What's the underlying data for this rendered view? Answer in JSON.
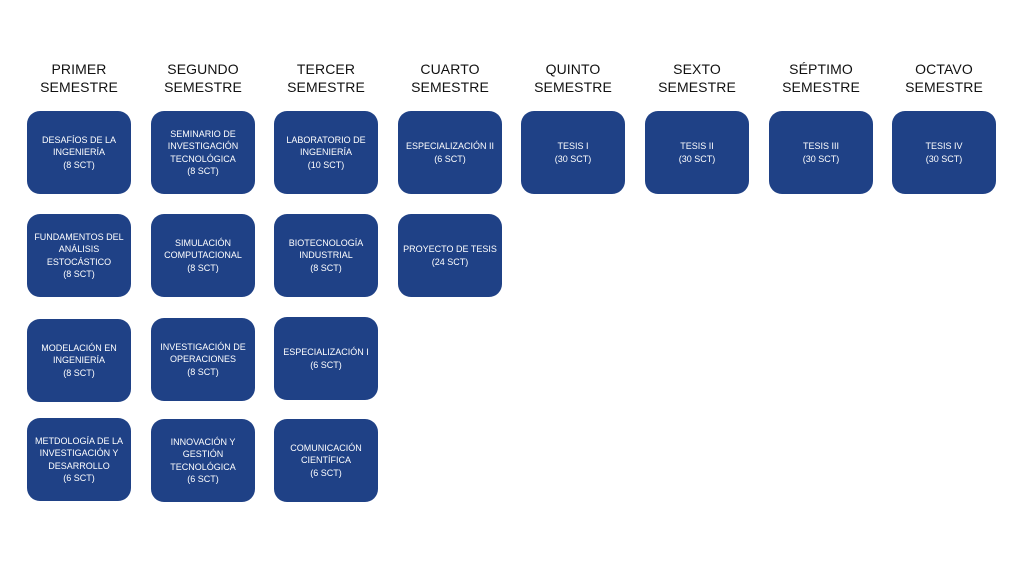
{
  "colors": {
    "box": "#1f4186",
    "text_on_box": "#ffffff",
    "header_text": "#111111"
  },
  "semesters": [
    {
      "title": "PRIMER\nSEMESTRE",
      "courses": [
        "DESAFÍOS DE LA\nINGENIERÍA\n(8 SCT)",
        "FUNDAMENTOS DEL\nANÁLISIS\nESTOCÁSTICO\n(8 SCT)",
        "MODELACIÓN EN\nINGENIERÍA\n(8 SCT)",
        "METDOLOGÍA DE LA\nINVESTIGACIÓN Y\nDESARROLLO\n(6 SCT)"
      ]
    },
    {
      "title": "SEGUNDO\nSEMESTRE",
      "courses": [
        "SEMINARIO DE\nINVESTIGACIÓN\nTECNOLÓGICA\n(8 SCT)",
        "SIMULACIÓN\nCOMPUTACIONAL\n(8 SCT)",
        "INVESTIGACIÓN DE\nOPERACIONES\n(8 SCT)",
        "INNOVACIÓN Y\nGESTIÓN\nTECNOLÓGICA\n(6 SCT)"
      ]
    },
    {
      "title": "TERCER\nSEMESTRE",
      "courses": [
        "LABORATORIO DE\nINGENIERÍA\n(10 SCT)",
        "BIOTECNOLOGÍA\nINDUSTRIAL\n(8 SCT)",
        "ESPECIALIZACIÓN I\n(6 SCT)",
        "COMUNICACIÓN\nCIENTÍFICA\n(6 SCT)"
      ]
    },
    {
      "title": "CUARTO\nSEMESTRE",
      "courses": [
        "ESPECIALIZACIÓN II\n(6 SCT)",
        "PROYECTO DE TESIS\n(24 SCT)"
      ]
    },
    {
      "title": "QUINTO\nSEMESTRE",
      "courses": [
        "TESIS I\n(30 SCT)"
      ]
    },
    {
      "title": "SEXTO\nSEMESTRE",
      "courses": [
        "TESIS II\n(30 SCT)"
      ]
    },
    {
      "title": "SÉPTIMO\nSEMESTRE",
      "courses": [
        "TESIS III\n(30 SCT)"
      ]
    },
    {
      "title": "OCTAVO\nSEMESTRE",
      "courses": [
        "TESIS IV\n(30 SCT)"
      ]
    }
  ]
}
